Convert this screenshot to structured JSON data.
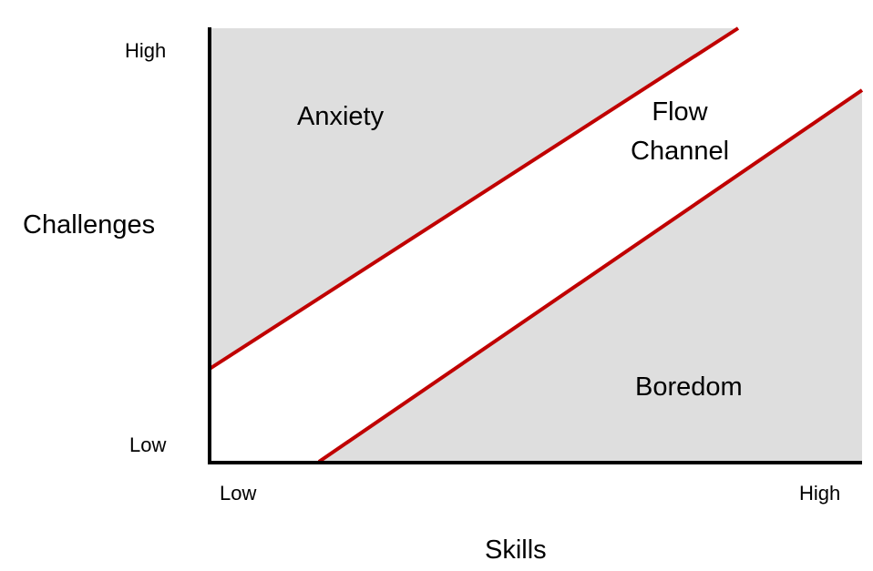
{
  "axes": {
    "y": {
      "title": "Challenges",
      "high": "High",
      "low": "Low"
    },
    "x": {
      "title": "Skills",
      "high": "High",
      "low": "Low"
    }
  },
  "regions": {
    "anxiety": "Anxiety",
    "flow_line1": "Flow",
    "flow_line2": "Channel",
    "boredom": "Boredom"
  },
  "colors": {
    "region_fill": "#dedede",
    "boundary": "#c00000",
    "axis": "#000000"
  }
}
